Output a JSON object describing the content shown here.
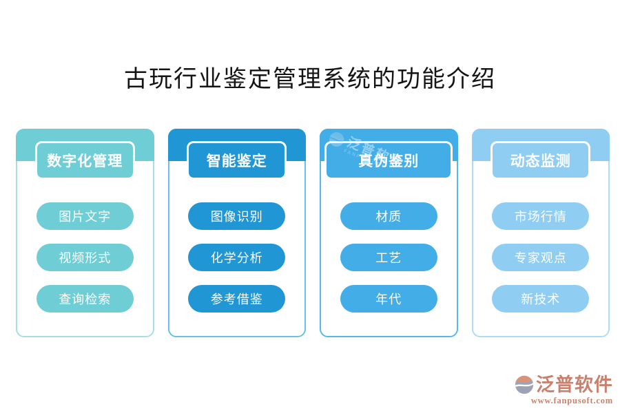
{
  "title": "古玩行业鉴定管理系统的功能介绍",
  "columns": [
    {
      "header": "数字化管理",
      "theme": "#6FCDD6",
      "border": "#A6DFE4",
      "items": [
        "图片文字",
        "视频形式",
        "查询检索"
      ]
    },
    {
      "header": "智能鉴定",
      "theme": "#2196D5",
      "border": "#66C0EB",
      "items": [
        "图像识别",
        "化学分析",
        "参考借鉴"
      ]
    },
    {
      "header": "真伪鉴别",
      "theme": "#42ADE7",
      "border": "#55B7EB",
      "items": [
        "材质",
        "工艺",
        "年代"
      ]
    },
    {
      "header": "动态监测",
      "theme": "#8FCDF2",
      "border": "#AEDCF6",
      "items": [
        "市场行情",
        "专家观点",
        "新技术"
      ]
    }
  ],
  "watermark": {
    "brand": "泛普软件",
    "caption": "FANPU SOFT"
  },
  "footer": {
    "brand": "泛普软件",
    "url": "www.fanpusoft.com",
    "color": "#C9816D",
    "icon_top_color": "#D9937B",
    "icon_bottom_color": "#9CA3B6"
  }
}
